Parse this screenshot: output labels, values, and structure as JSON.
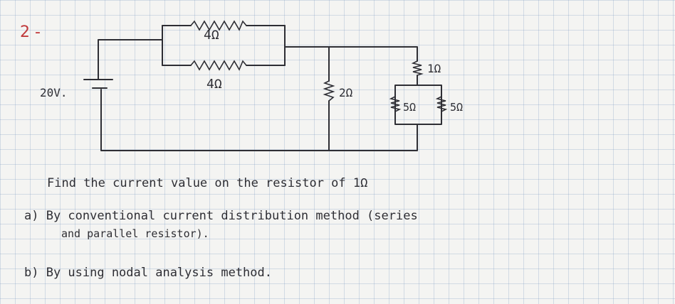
{
  "problem_number": "2 -",
  "circuit": {
    "source": {
      "label": "20V."
    },
    "resistors": [
      {
        "id": "top-parallel-1",
        "label": "4Ω"
      },
      {
        "id": "top-parallel-2",
        "label": "4Ω"
      },
      {
        "id": "shunt",
        "label": "2Ω"
      },
      {
        "id": "series",
        "label": "1Ω"
      },
      {
        "id": "parallel-left",
        "label": "5Ω"
      },
      {
        "id": "parallel-right",
        "label": "5Ω"
      }
    ]
  },
  "question": {
    "prompt": "Find the current value on the resistor of 1Ω",
    "part_a_line1": "a) By conventional current distribution method (series",
    "part_a_line2": "and parallel resistor).",
    "part_b": "b) By using nodal analysis method."
  },
  "colors": {
    "ink": "#2e2e34",
    "accent": "#c0393b",
    "grid": "#7896be"
  }
}
